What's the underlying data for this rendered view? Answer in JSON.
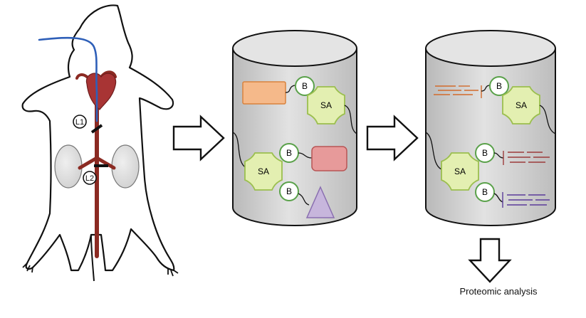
{
  "labels": {
    "ligature_1": "L1",
    "ligature_2": "L2",
    "biotin": "B",
    "streptavidin": "SA",
    "output": "Proteomic analysis"
  },
  "colors": {
    "catheter": "#2e5fb8",
    "vessel": "#8b2a22",
    "heart": "#a83434",
    "kidney": "#d9d9d9",
    "cylinder_top": "#d6d6d6",
    "cylinder_body": "#c8c8c8",
    "streptavidin_fill": "#e3efb1",
    "streptavidin_stroke": "#9bbf4e",
    "biotin_stroke": "#5aa14a",
    "orange_protein": "#f5b98a",
    "red_protein": "#e79a9a",
    "purple_protein": "#c7b6dc",
    "orange_peptides": "#d26a2b",
    "red_peptides": "#9c3b3b",
    "purple_peptides": "#5b3b9a"
  }
}
